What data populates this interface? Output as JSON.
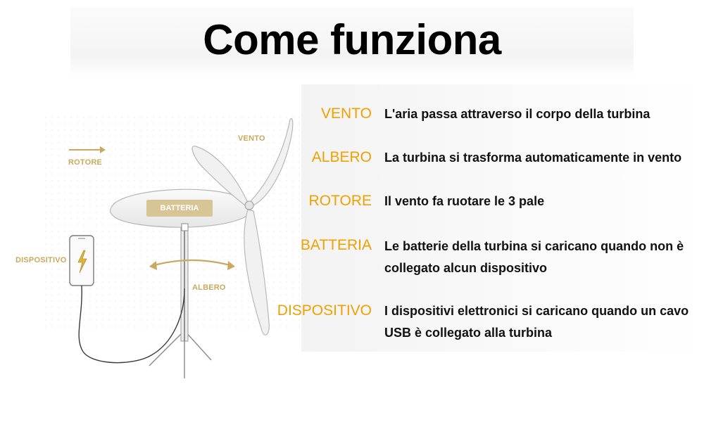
{
  "title": "Come funziona",
  "diagram": {
    "labels": {
      "vento": "VENTO",
      "rotore": "ROTORE",
      "batteria": "BATTERIA",
      "dispositivo": "DISPOSITIVO",
      "albero": "ALBERO"
    },
    "accent_color": "#c9a95e"
  },
  "legend": {
    "term_color": "#f0a000",
    "items": [
      {
        "term": "VENTO",
        "description": "L'aria passa attraverso il corpo della turbina"
      },
      {
        "term": "ALBERO",
        "description": "La turbina si trasforma automaticamente in vento"
      },
      {
        "term": "ROTORE",
        "description": "Il vento fa ruotare le 3 pale"
      },
      {
        "term": "BATTERIA",
        "description": "Le batterie della turbina si caricano quando non è collegato alcun dispositivo"
      },
      {
        "term": "DISPOSITIVO",
        "description": "I dispositivi elettronici si caricano quando un cavo USB è collegato alla turbina"
      }
    ]
  }
}
